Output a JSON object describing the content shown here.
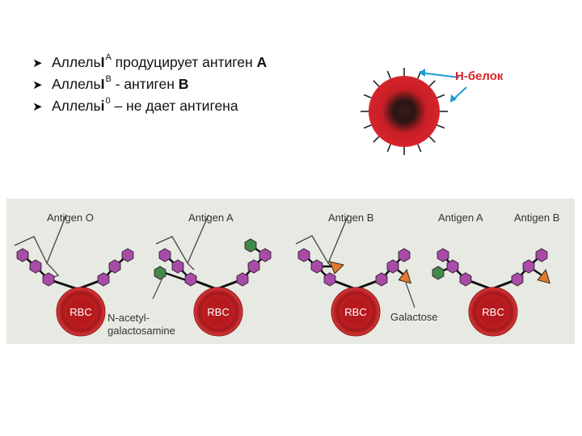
{
  "bullets": [
    {
      "prefix": "Аллель ",
      "gene": "I",
      "sup": "A",
      "rest": " продуцирует антиген ",
      "tail": "А"
    },
    {
      "prefix": "Аллель ",
      "gene": "I",
      "sup": "B",
      "rest": " - антиген ",
      "tail": "В"
    },
    {
      "prefix": "Аллель ",
      "gene": "i",
      "sup": "0",
      "rest": " – не дает антигена",
      "tail": ""
    }
  ],
  "h_label": "Н-белок",
  "panel": {
    "antigen_labels": [
      "Antigen O",
      "Antigen A",
      "Antigen B",
      "Antigen A",
      "Antigen B"
    ],
    "rbc_label": "RBC",
    "nag_label_1": "N-acetyl-",
    "nag_label_2": "galactosamine",
    "galactose_label": "Galactose"
  },
  "colors": {
    "hexagon": "#a84ca8",
    "nag": "#3f8a4a",
    "galactose": "#e07a2e",
    "rbc": "#c51f1f",
    "panel_bg": "#e7eae2",
    "h_label": "#d6242b"
  }
}
